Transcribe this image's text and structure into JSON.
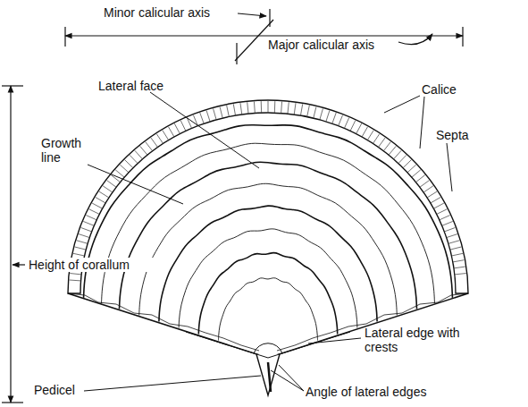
{
  "diagram": {
    "labels": [
      "Minor calicular axis",
      "Major calicular axis",
      "Lateral face",
      "Calice",
      "Growth line",
      "Septa",
      "Height of corallum",
      "Lateral edge with crests",
      "Pedicel",
      "Angle of lateral edges"
    ]
  }
}
